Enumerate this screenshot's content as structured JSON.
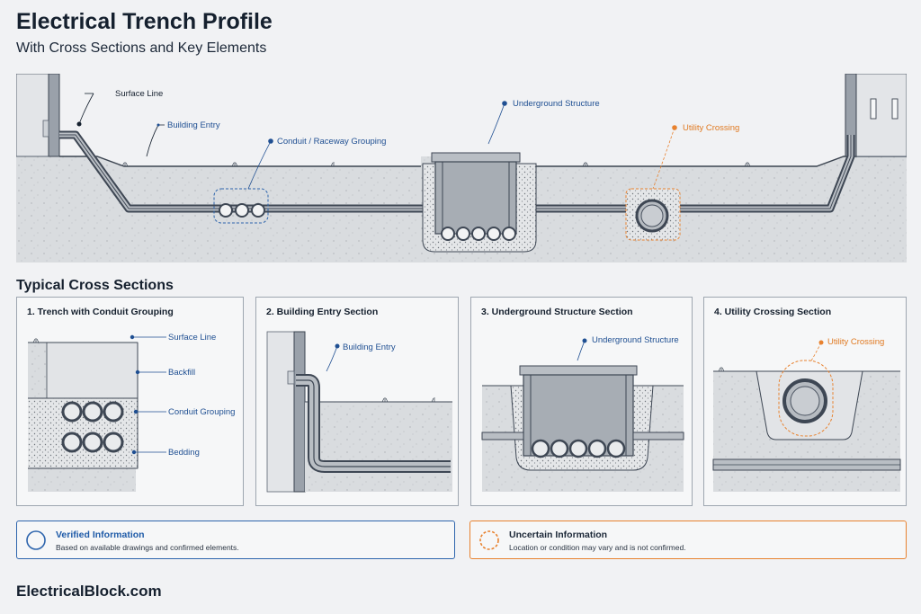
{
  "header": {
    "title": "Electrical Trench Profile",
    "subtitle": "With Cross Sections and Key Elements"
  },
  "profile": {
    "labels": {
      "surface_line": "Surface Line",
      "building_entry": "Building Entry",
      "conduit_grouping": "Conduit / Raceway Grouping",
      "underground_structure": "Underground Structure",
      "utility_crossing": "Utility Crossing"
    }
  },
  "sections": {
    "heading": "Typical Cross Sections",
    "panels": [
      {
        "title": "1. Trench with Conduit Grouping",
        "labels": [
          "Surface Line",
          "Backfill",
          "Conduit Grouping",
          "Bedding"
        ]
      },
      {
        "title": "2. Building Entry Section",
        "labels": [
          "Building Entry"
        ]
      },
      {
        "title": "3. Underground Structure Section",
        "labels": [
          "Underground Structure"
        ]
      },
      {
        "title": "4. Utility Crossing Section",
        "labels": [
          "Utility Crossing"
        ]
      }
    ]
  },
  "legend": {
    "verified": {
      "title": "Verified Information",
      "desc": "Based on available drawings and confirmed elements.",
      "color": "#2e65ad"
    },
    "uncertain": {
      "title": "Uncertain Information",
      "desc": "Location or condition may vary and is not confirmed.",
      "color": "#e8822f"
    }
  },
  "footer": {
    "brand": "ElectricalBlock.com"
  }
}
